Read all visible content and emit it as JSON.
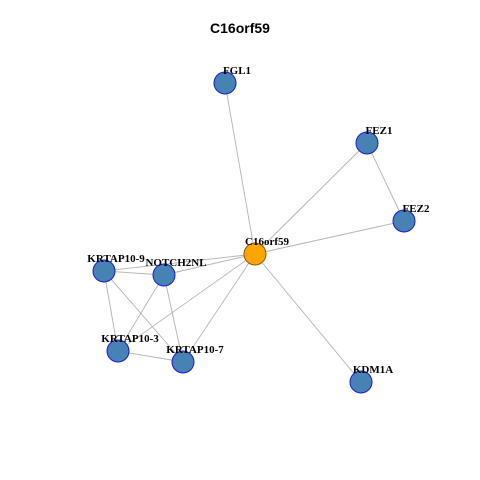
{
  "title": "C16orf59",
  "colors": {
    "hub_fill": "#FFA500",
    "hub_stroke": "#8B5A00",
    "node_fill": "#4682B4",
    "node_stroke": "#1A1ACD",
    "edge": "#B3B3B3"
  },
  "nodes": [
    {
      "id": "C16orf59",
      "label": "C16orf59",
      "type": "hub"
    },
    {
      "id": "FGL1",
      "label": "FGL1",
      "type": "partner"
    },
    {
      "id": "FEZ1",
      "label": "FEZ1",
      "type": "partner"
    },
    {
      "id": "FEZ2",
      "label": "FEZ2",
      "type": "partner"
    },
    {
      "id": "KRTAP10-9",
      "label": "KRTAP10-9",
      "type": "partner"
    },
    {
      "id": "NOTCH2NL",
      "label": "NOTCH2NL",
      "type": "partner"
    },
    {
      "id": "KRTAP10-3",
      "label": "KRTAP10-3",
      "type": "partner"
    },
    {
      "id": "KRTAP10-7",
      "label": "KRTAP10-7",
      "type": "partner"
    },
    {
      "id": "KDM1A",
      "label": "KDM1A",
      "type": "partner"
    }
  ],
  "edges": [
    [
      "C16orf59",
      "FGL1"
    ],
    [
      "C16orf59",
      "FEZ1"
    ],
    [
      "C16orf59",
      "FEZ2"
    ],
    [
      "FEZ1",
      "FEZ2"
    ],
    [
      "C16orf59",
      "KDM1A"
    ],
    [
      "C16orf59",
      "KRTAP10-9"
    ],
    [
      "C16orf59",
      "NOTCH2NL"
    ],
    [
      "C16orf59",
      "KRTAP10-3"
    ],
    [
      "C16orf59",
      "KRTAP10-7"
    ],
    [
      "KRTAP10-9",
      "NOTCH2NL"
    ],
    [
      "KRTAP10-9",
      "KRTAP10-3"
    ],
    [
      "KRTAP10-9",
      "KRTAP10-7"
    ],
    [
      "NOTCH2NL",
      "KRTAP10-3"
    ],
    [
      "NOTCH2NL",
      "KRTAP10-7"
    ],
    [
      "KRTAP10-3",
      "KRTAP10-7"
    ]
  ]
}
